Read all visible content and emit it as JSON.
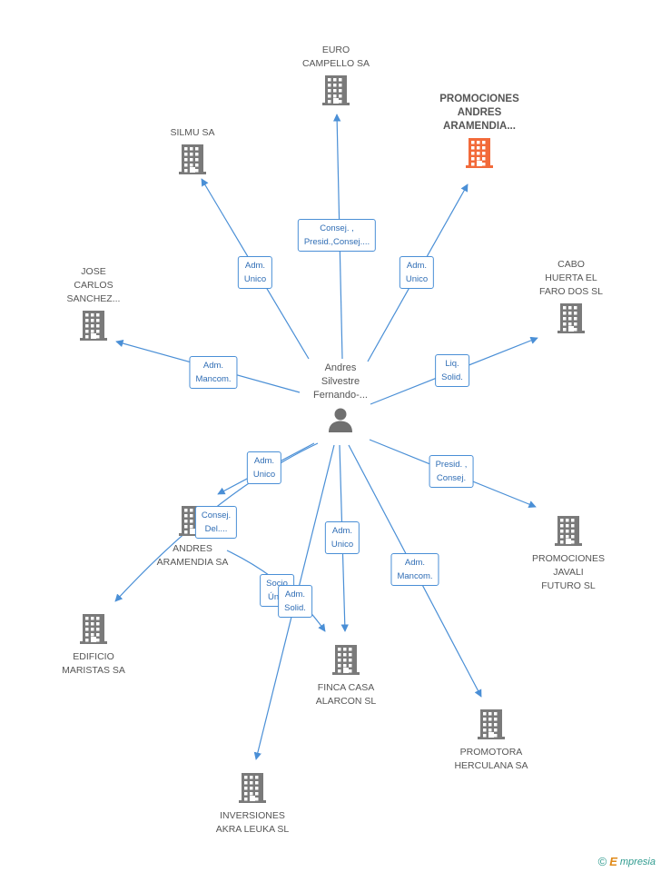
{
  "colors": {
    "edge": "#4a8fd6",
    "edge_label_text": "#2f6db5",
    "building": "#7a7a7a",
    "building_highlight": "#f26a3a",
    "person": "#707070",
    "text": "#555555"
  },
  "center": {
    "label": "Andres\nSilvestre\nFernando-...",
    "icon": "person-icon"
  },
  "nodes": [
    {
      "id": "euro-campello",
      "label": "EURO\nCAMPELLO SA",
      "icon": "building-icon",
      "highlight": false
    },
    {
      "id": "promociones-andres",
      "label": "PROMOCIONES\nANDRES\nARAMENDIA...",
      "icon": "building-icon",
      "highlight": true
    },
    {
      "id": "silmu",
      "label": "SILMU SA",
      "icon": "building-icon",
      "highlight": false
    },
    {
      "id": "jose-carlos",
      "label": "JOSE\nCARLOS\nSANCHEZ...",
      "icon": "building-icon",
      "highlight": false
    },
    {
      "id": "cabo-huerta",
      "label": "CABO\nHUERTA EL\nFARO DOS  SL",
      "icon": "building-icon",
      "highlight": false
    },
    {
      "id": "andres-aramendia",
      "label": "ANDRES\nARAMENDIA SA",
      "icon": "building-icon",
      "highlight": false
    },
    {
      "id": "promociones-javali",
      "label": "PROMOCIONES\nJAVALI\nFUTURO SL",
      "icon": "building-icon",
      "highlight": false
    },
    {
      "id": "edificio-maristas",
      "label": "EDIFICIO\nMARISTAS SA",
      "icon": "building-icon",
      "highlight": false
    },
    {
      "id": "finca-casa",
      "label": "FINCA CASA\nALARCON SL",
      "icon": "building-icon",
      "highlight": false
    },
    {
      "id": "promotora-herculana",
      "label": "PROMOTORA\nHERCULANA SA",
      "icon": "building-icon",
      "highlight": false
    },
    {
      "id": "inversiones-akra",
      "label": "INVERSIONES\nAKRA LEUKA SL",
      "icon": "building-icon",
      "highlight": false
    }
  ],
  "edges": [
    {
      "to": "euro-campello",
      "label": "Consej. ,\nPresid.,Consej...."
    },
    {
      "to": "promociones-andres",
      "label": "Adm.\nUnico"
    },
    {
      "to": "silmu",
      "label": "Adm.\nUnico"
    },
    {
      "to": "jose-carlos",
      "label": "Adm.\nMancom."
    },
    {
      "to": "cabo-huerta",
      "label": "Liq.\nSolid."
    },
    {
      "to": "andres-aramendia",
      "label": "Adm.\nUnico"
    },
    {
      "to": "promociones-javali",
      "label": "Presid. ,\nConsej."
    },
    {
      "to": "edificio-maristas",
      "label": "Consej.\nDel...."
    },
    {
      "to": "finca-casa",
      "label": "Adm.\nUnico"
    },
    {
      "to": "finca-casa-2",
      "label": "Socio\nÚn..."
    },
    {
      "to": "promotora-herculana",
      "label": "Adm.\nMancom."
    },
    {
      "to": "inversiones-akra",
      "label": "Adm.\nSolid."
    }
  ],
  "footer": {
    "copyright": "©",
    "brand_initial": "E",
    "brand_rest": "mpresia"
  }
}
